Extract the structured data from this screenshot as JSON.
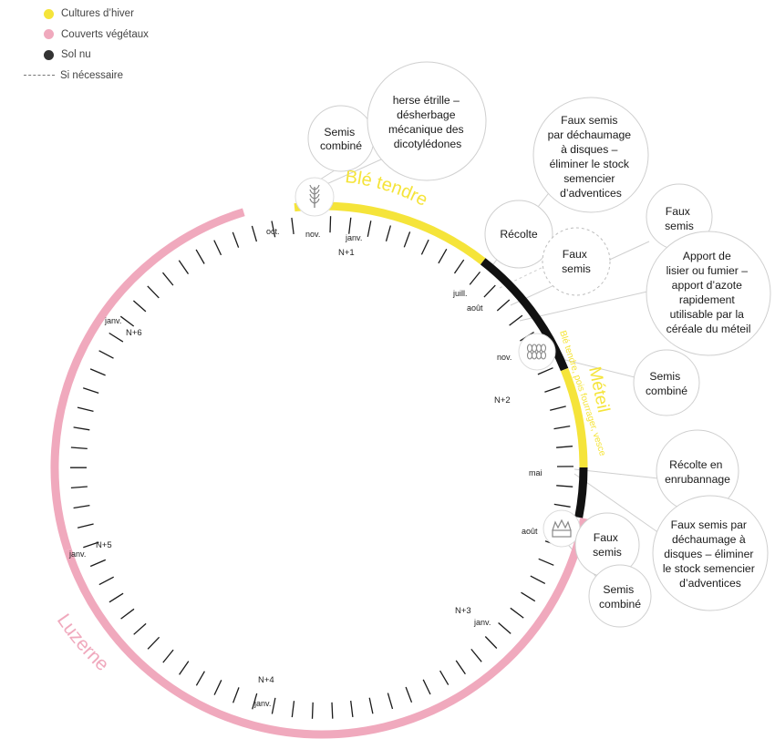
{
  "legend": {
    "items": [
      {
        "label": "Cultures d’hiver",
        "color": "#f5e43a",
        "style": "dot"
      },
      {
        "label": "Couverts végétaux",
        "color": "#f0a9bd",
        "style": "dot"
      },
      {
        "label": "Sol nu",
        "color": "#333333",
        "style": "dot"
      },
      {
        "label": "Si nécessaire",
        "color": "#777777",
        "style": "dash"
      }
    ]
  },
  "colors": {
    "winter": "#f5e43a",
    "cover": "#f0a9bd",
    "bare": "#111111",
    "line": "#c8c8c8",
    "ring": "#1a1a1a"
  },
  "crops": {
    "ble": {
      "label": "Blé tendre",
      "color": "#f5e43a"
    },
    "meteil": {
      "label": "Méteil",
      "color": "#f5e43a",
      "sub": "Blé tendre, pois fourrager, vesce"
    },
    "luzerne": {
      "label": "Luzerne",
      "color": "#f0a9bd"
    }
  },
  "month_labels": [
    {
      "text": "oct."
    },
    {
      "text": "nov."
    },
    {
      "text": "janv."
    },
    {
      "text": "juill."
    },
    {
      "text": "août"
    },
    {
      "text": "nov."
    },
    {
      "text": "mai"
    },
    {
      "text": "août"
    },
    {
      "text": "janv."
    },
    {
      "text": "janv."
    },
    {
      "text": "janv."
    },
    {
      "text": "janv."
    }
  ],
  "year_labels": [
    {
      "text": "N+1"
    },
    {
      "text": "N+2"
    },
    {
      "text": "N+3"
    },
    {
      "text": "N+4"
    },
    {
      "text": "N+5"
    },
    {
      "text": "N+6"
    }
  ],
  "icons": [
    {
      "name": "wheat-icon"
    },
    {
      "name": "meteil-grain-icon"
    },
    {
      "name": "harvest-icon"
    }
  ],
  "operations": [
    {
      "lines": [
        "Semis",
        "combiné"
      ],
      "dashed": false
    },
    {
      "lines": [
        "herse étrille –",
        "désherbage",
        "mécanique des",
        "dicotylédones"
      ],
      "dashed": false
    },
    {
      "lines": [
        "Récolte"
      ],
      "dashed": false
    },
    {
      "lines": [
        "Faux semis",
        "par déchaumage",
        "à disques –",
        "éliminer le stock",
        "semencier",
        "d’adventices"
      ],
      "dashed": false
    },
    {
      "lines": [
        "Faux",
        "semis"
      ],
      "dashed": true
    },
    {
      "lines": [
        "Faux",
        "semis"
      ],
      "dashed": false
    },
    {
      "lines": [
        "Apport de",
        "lisier ou fumier –",
        "apport d’azote",
        "rapidement",
        "utilisable par la",
        "céréale du méteil"
      ],
      "dashed": false
    },
    {
      "lines": [
        "Semis",
        "combiné"
      ],
      "dashed": false
    },
    {
      "lines": [
        "Récolte en",
        "enrubannage"
      ],
      "dashed": false
    },
    {
      "lines": [
        "Faux semis par",
        "déchaumage à",
        "disques – éliminer",
        "le stock semencier",
        "d’adventices"
      ],
      "dashed": false
    },
    {
      "lines": [
        "Faux",
        "semis"
      ],
      "dashed": false
    },
    {
      "lines": [
        "Semis",
        "combiné"
      ],
      "dashed": false
    }
  ]
}
